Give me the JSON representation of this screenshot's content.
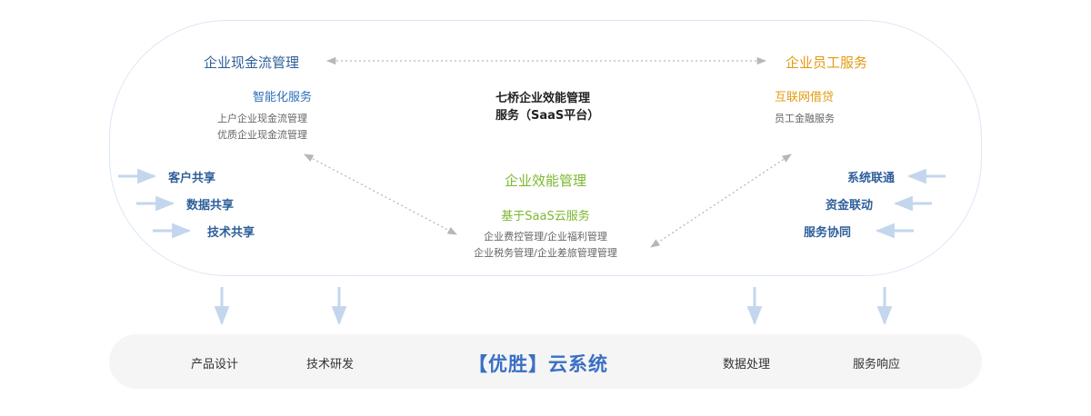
{
  "platform": {
    "line1": "七桥企业效能管理",
    "line2": "服务（SaaS平台）"
  },
  "left_panel": {
    "title": "企业现金流管理",
    "subtitle": "智能化服务",
    "items": [
      "上户企业现金流管理",
      "优质企业现金流管理"
    ]
  },
  "right_panel": {
    "title": "企业员工服务",
    "subtitle": "互联网借贷",
    "items": [
      "员工金融服务"
    ]
  },
  "bottom_panel": {
    "title": "企业效能管理",
    "subtitle": "基于SaaS云服务",
    "items": [
      "企业费控管理/企业福利管理",
      "企业税务管理/企业差旅管理管理"
    ]
  },
  "left_side": [
    "客户共享",
    "数据共享",
    "技术共享"
  ],
  "right_side": [
    "系统联通",
    "资金联动",
    "服务协同"
  ],
  "bar": {
    "title": "【优胜】云系统",
    "items": [
      "产品设计",
      "技术研发",
      "数据处理",
      "服务响应"
    ]
  },
  "colors": {
    "blue": "#2e5f9a",
    "orange": "#e39a12",
    "green": "#7cb830",
    "connector": "#bcd0ea"
  }
}
